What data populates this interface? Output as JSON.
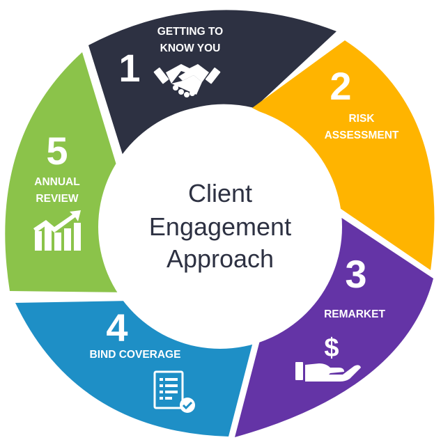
{
  "title_lines": [
    "Client",
    "Engagement",
    "Approach"
  ],
  "segments": [
    {
      "number": "1",
      "label_lines": [
        "GETTING TO",
        "KNOW YOU"
      ],
      "color": "#2d3142",
      "icon": "handshake-icon"
    },
    {
      "number": "2",
      "label_lines": [
        "RISK",
        "ASSESSMENT"
      ],
      "color": "#ffb400",
      "icon": ""
    },
    {
      "number": "3",
      "label_lines": [
        "REMARKET"
      ],
      "color": "#6434a6",
      "icon": "hand-dollar-icon"
    },
    {
      "number": "4",
      "label_lines": [
        "BIND COVERAGE"
      ],
      "color": "#1e8fc6",
      "icon": "document-check-icon"
    },
    {
      "number": "5",
      "label_lines": [
        "ANNUAL",
        "REVIEW"
      ],
      "color": "#8bc34a",
      "icon": "growth-chart-icon"
    }
  ],
  "colors": {
    "center": "#ffffff",
    "text_dark": "#2d3142",
    "icon_white": "#ffffff"
  }
}
